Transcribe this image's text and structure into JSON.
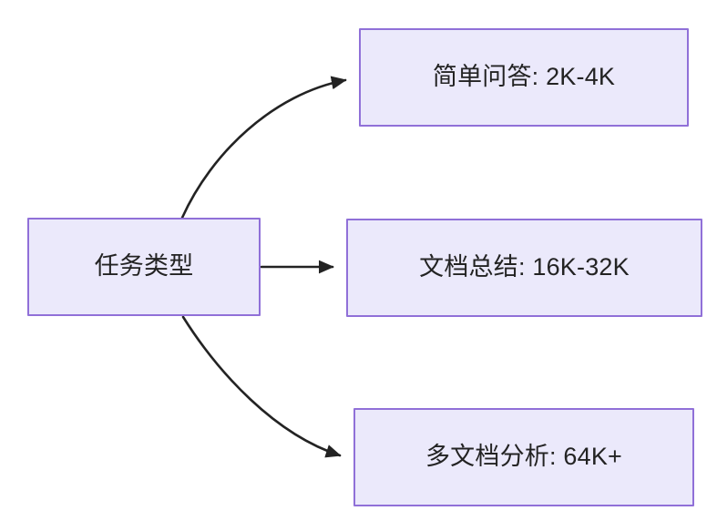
{
  "diagram": {
    "type": "flowchart",
    "direction": "left-to-right",
    "background_color": "#ffffff",
    "node_fill_color": "#ebe9fb",
    "node_border_color": "#9070d8",
    "node_text_color": "#232323",
    "edge_color": "#232323",
    "nodes": [
      {
        "id": "root",
        "label": "任务类型",
        "role": "source"
      },
      {
        "id": "simple-qa",
        "label": "简单问答: 2K-4K",
        "role": "target"
      },
      {
        "id": "doc-summary",
        "label": "文档总结: 16K-32K",
        "role": "target"
      },
      {
        "id": "multi-doc",
        "label": "多文档分析: 64K+",
        "role": "target"
      }
    ],
    "edges": [
      {
        "id": "edge-root-simple-qa",
        "from": "root",
        "to": "simple-qa",
        "label": "",
        "style": "curved",
        "arrowhead": "triangle"
      },
      {
        "id": "edge-root-doc-summary",
        "from": "root",
        "to": "doc-summary",
        "label": "",
        "style": "straight",
        "arrowhead": "triangle"
      },
      {
        "id": "edge-root-multi-doc",
        "from": "root",
        "to": "multi-doc",
        "label": "",
        "style": "curved",
        "arrowhead": "triangle"
      }
    ]
  }
}
